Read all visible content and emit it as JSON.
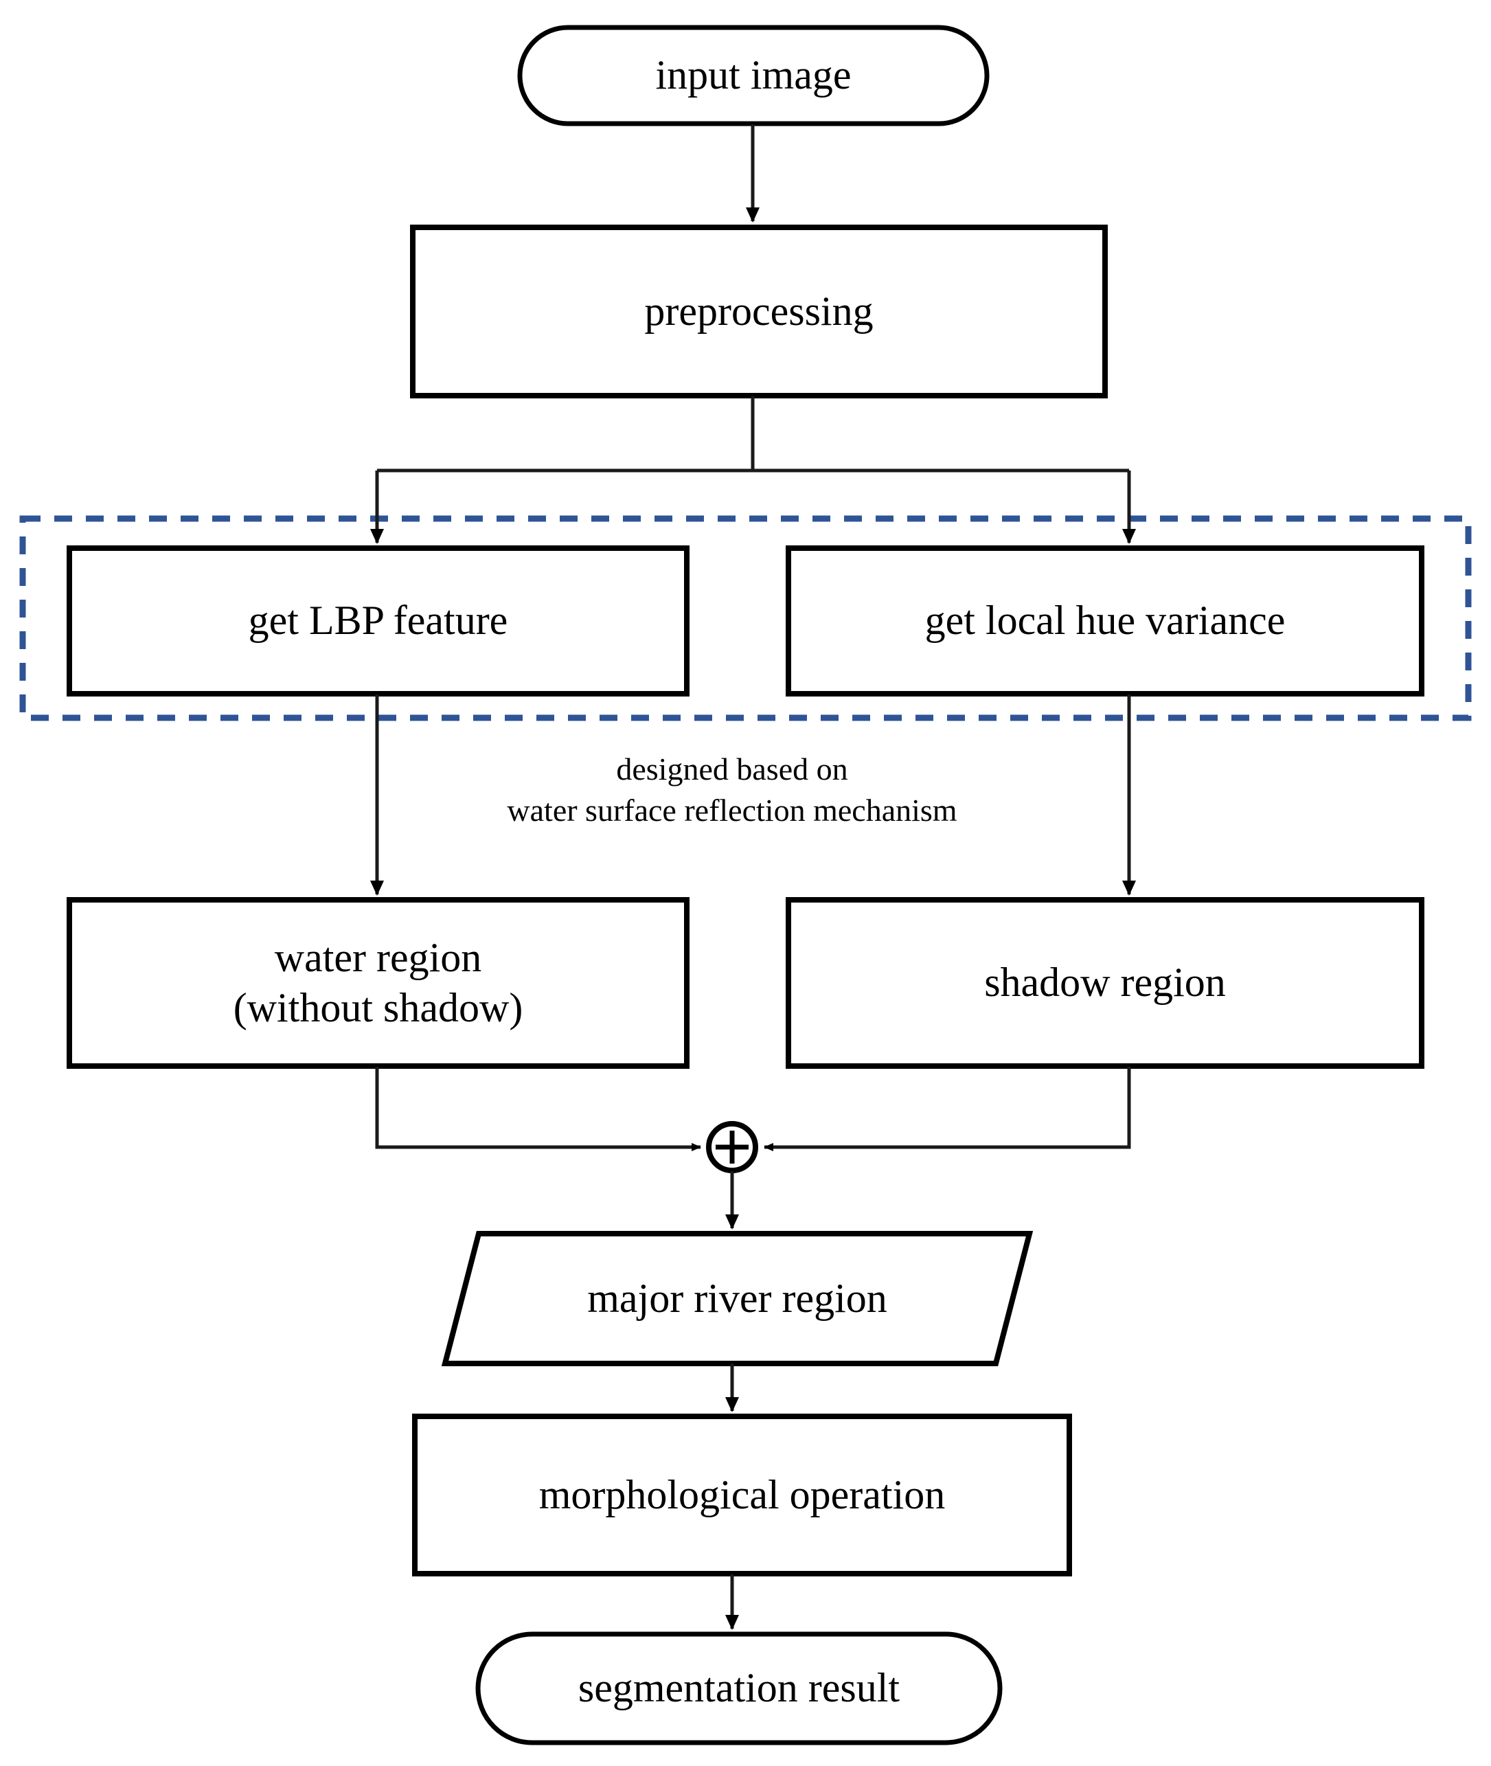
{
  "diagram": {
    "title": "water segmentation flowchart",
    "colors": {
      "stroke": "#000000",
      "thin_stroke": "#1a1a1a",
      "group_dashed": "#2f5496",
      "background": "#ffffff"
    },
    "nodes": [
      {
        "id": "input-image",
        "shape": "terminator",
        "label": "input image"
      },
      {
        "id": "preprocessing",
        "shape": "process",
        "label": "preprocessing"
      },
      {
        "id": "get-lbp-feature",
        "shape": "process",
        "label": "get LBP feature"
      },
      {
        "id": "get-local-hue-variance",
        "shape": "process",
        "label": "get local hue variance"
      },
      {
        "id": "water-region",
        "shape": "process",
        "label": "water region\n(without shadow)"
      },
      {
        "id": "shadow-region",
        "shape": "process",
        "label": "shadow region"
      },
      {
        "id": "merge-node",
        "shape": "circle-plus",
        "label": "+"
      },
      {
        "id": "major-river-region",
        "shape": "parallelogram",
        "label": "major river region"
      },
      {
        "id": "morphological-operation",
        "shape": "process",
        "label": "morphological operation"
      },
      {
        "id": "segmentation-result",
        "shape": "terminator",
        "label": "segmentation result"
      }
    ],
    "group_box": {
      "id": "feature-extraction-group",
      "style": "dashed",
      "members": [
        "get-lbp-feature",
        "get-local-hue-variance"
      ]
    },
    "annotation": {
      "id": "design-note",
      "text": "designed based on\nwater surface reflection mechanism"
    },
    "edges": [
      {
        "from": "input-image",
        "to": "preprocessing"
      },
      {
        "from": "preprocessing",
        "to": "get-lbp-feature"
      },
      {
        "from": "preprocessing",
        "to": "get-local-hue-variance"
      },
      {
        "from": "get-lbp-feature",
        "to": "water-region"
      },
      {
        "from": "get-local-hue-variance",
        "to": "shadow-region"
      },
      {
        "from": "water-region",
        "to": "merge-node"
      },
      {
        "from": "shadow-region",
        "to": "merge-node"
      },
      {
        "from": "merge-node",
        "to": "major-river-region"
      },
      {
        "from": "major-river-region",
        "to": "morphological-operation"
      },
      {
        "from": "morphological-operation",
        "to": "segmentation-result"
      }
    ]
  }
}
